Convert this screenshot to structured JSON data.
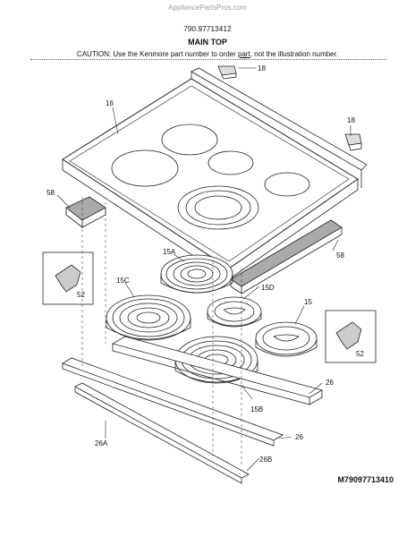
{
  "header": {
    "watermark": "AppliancePartsPros.com",
    "model_number": "790.97713412",
    "title": "MAIN TOP",
    "caution_prefix": "CAUTION: Use the Kenmore part number to order ",
    "caution_link": "part",
    "caution_suffix": ", not the illustration number."
  },
  "diagram_code": "M79097713410",
  "callouts": [
    "16",
    "18",
    "18",
    "58",
    "58",
    "15A",
    "15C",
    "15D",
    "15",
    "52",
    "52",
    "26",
    "15B",
    "26",
    "26A",
    "26B"
  ]
}
